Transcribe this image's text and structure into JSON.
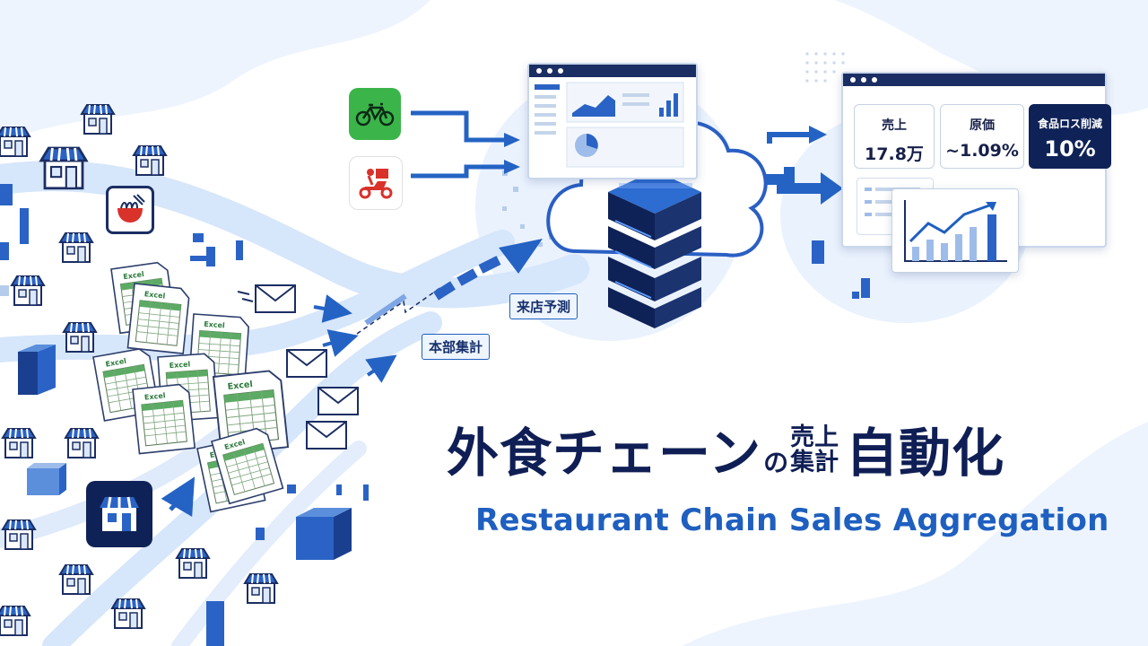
{
  "title": {
    "main_left": "外食チェーン",
    "particle": "の",
    "stack_top": "売上",
    "stack_bottom": "集計",
    "main_right": "自動化",
    "subtitle": "Restaurant Chain Sales Aggregation"
  },
  "labels": {
    "hq_aggregation": "本部集計",
    "visitor_forecast": "来店予測"
  },
  "dashboard": {
    "kpis": [
      {
        "label": "売上",
        "value": "17.8万"
      },
      {
        "label": "原価",
        "value": "~1.09%"
      },
      {
        "label": "食品ロス削減",
        "value": "10%"
      }
    ]
  },
  "spreadsheet_label": "Excel",
  "icons": {
    "bicycle": "bicycle-icon",
    "delivery_scooter": "delivery-scooter-icon",
    "noodle_bowl": "ramen-bowl-icon",
    "storefront": "storefront-icon",
    "envelope": "envelope-icon",
    "server": "server-icon",
    "cloud": "cloud-icon"
  },
  "colors": {
    "navy": "#0f2257",
    "blue": "#1f5fbf",
    "light_blue": "#dce9fb",
    "green": "#3bb54a",
    "red": "#d9322b"
  }
}
